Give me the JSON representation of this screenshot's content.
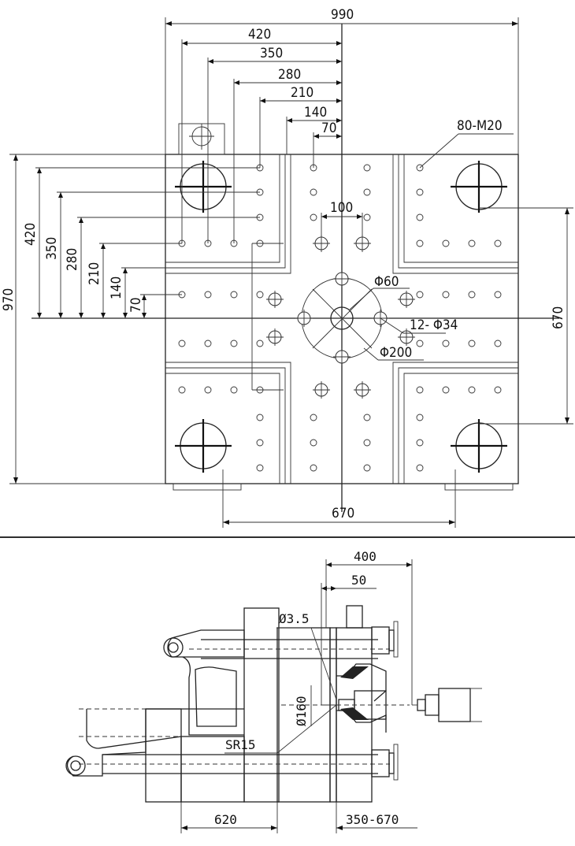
{
  "front_view": {
    "width_overall": "990",
    "height_overall": "970",
    "top_dims": [
      "420",
      "350",
      "280",
      "210",
      "140",
      "70"
    ],
    "left_dims": [
      "420",
      "350",
      "280",
      "210",
      "140",
      "70"
    ],
    "center_spacing": "100",
    "tie_bar_vertical": "670",
    "tie_bar_horizontal": "670",
    "thread_callout": "80-M20",
    "small_circle_dia": "Φ60",
    "ring_holes": "12- Φ34",
    "large_circle_dia": "Φ200"
  },
  "side_view": {
    "dim_400": "400",
    "dim_50": "50",
    "nozzle_dia": "Ø3.5",
    "locating_dia": "Ø160",
    "sphere_radius": "SR15",
    "dim_620": "620",
    "dim_stroke": "350-670"
  }
}
